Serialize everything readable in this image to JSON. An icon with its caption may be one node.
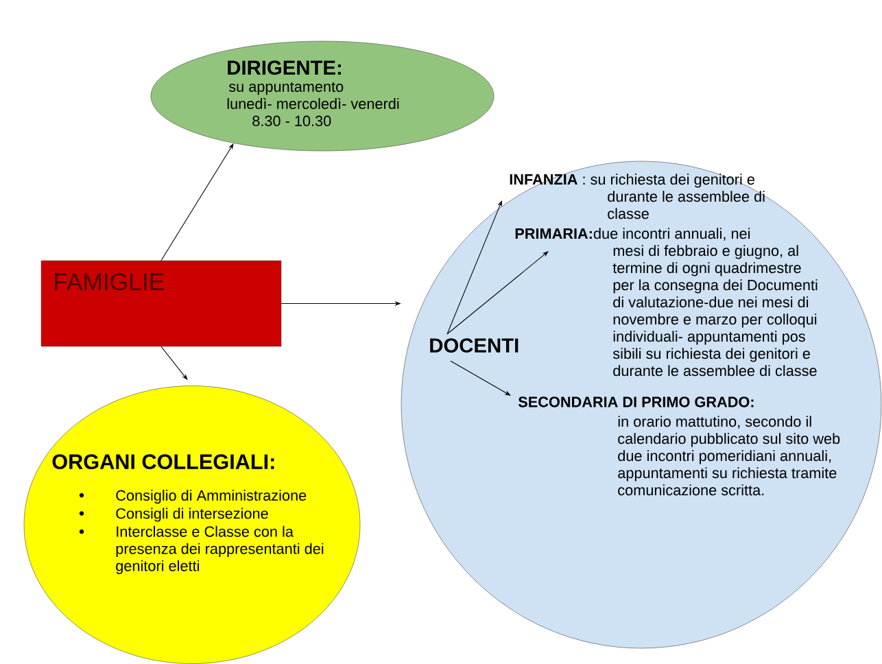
{
  "diagram": {
    "nodes": [
      {
        "text": [
          "FAMIGLIE"
        ]
      },
      {
        "text": [
          "DIRIGENTE:",
          "su appuntamento",
          "lunedì- mercoledì- venerdi",
          "8.30 - 10.30"
        ]
      },
      {
        "text": [
          "ORGANI COLLEGIALI:",
          "Consiglio di Amministrazione",
          "Consigli di intersezione",
          "Interclasse  e Classe con la presenza dei rappresentanti dei genitori eletti"
        ]
      },
      {
        "text": [],
        "shape": "ellipse"
      },
      {
        "text": [
          "DOCENTI"
        ],
        "in": 3
      },
      {
        "text": [
          "**INFANZIA** : su richiesta dei genitori e durante le assemblee di classe"
        ],
        "in": 3
      },
      {
        "text": [
          "**PRIMARIA:**due incontri annuali, nei mesi di febbraio e giugno, al termine di ogni quadrimestre per la consegna dei Documenti di valutazione-due nei mesi di novembre e marzo per colloqui individuali- appuntamenti pos sibili su richiesta dei genitori e durante le assemblee di classe"
        ],
        "in": 3
      },
      {
        "text": [
          "SECONDARIA DI PRIMO GRADO:",
          "in orario mattutino, secondo il calendario pubblicato sul sito web due incontri pomeridiani annuali, appuntamenti  su richiesta tramite comunicazione scritta."
        ],
        "in": 3
      }
    ],
    "edges": [
      {
        "from": 0,
        "to": 1,
        "arrow": "to"
      },
      {
        "from": 0,
        "to": 3,
        "arrow": "to"
      },
      {
        "from": 0,
        "to": 2,
        "arrow": "to"
      },
      {
        "from": 4,
        "to": 5,
        "arrow": "to"
      },
      {
        "from": 4,
        "to": 6,
        "arrow": "to"
      },
      {
        "from": 4,
        "to": 7,
        "arrow": "to"
      }
    ]
  }
}
